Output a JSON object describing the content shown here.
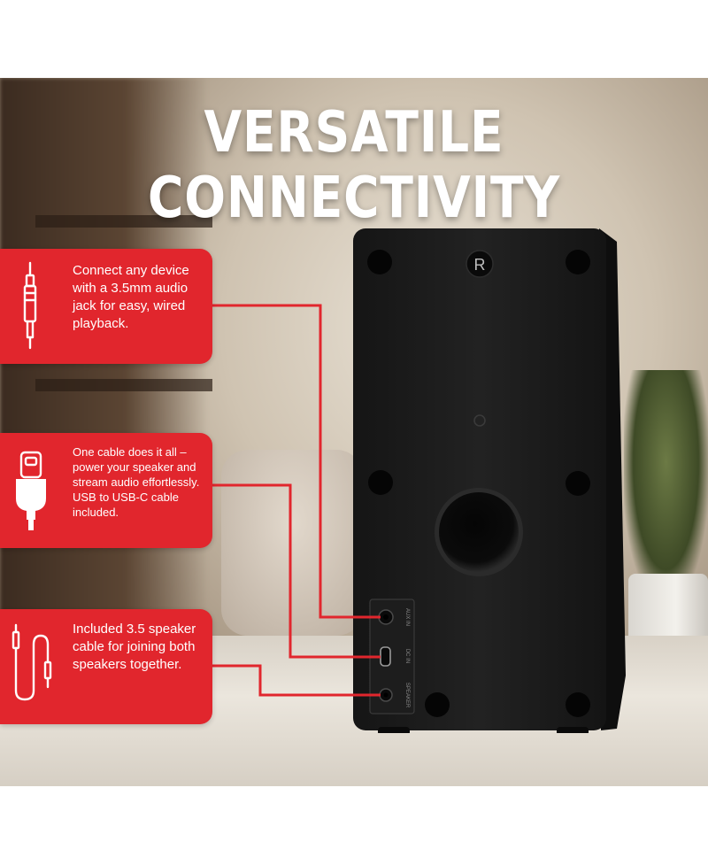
{
  "headline": "VERSATILE CONNECTIVITY",
  "features": [
    {
      "icon": "aux-jack-icon",
      "text": "Connect any device with a 3.5mm audio jack for easy, wired playback."
    },
    {
      "icon": "usb-c-plug-icon",
      "text": "One cable does it all – power your speaker and stream audio effortlessly. USB to USB-C cable included."
    },
    {
      "icon": "audio-cable-icon",
      "text": "Included 3.5 speaker cable for joining both speakers together."
    }
  ],
  "speaker": {
    "channel_badge": "R",
    "port_labels": [
      "AUX IN",
      "DC IN",
      "SPEAKER"
    ]
  },
  "colors": {
    "accent": "#e1262d",
    "speaker_body": "#1b1b1b",
    "text": "#ffffff"
  }
}
